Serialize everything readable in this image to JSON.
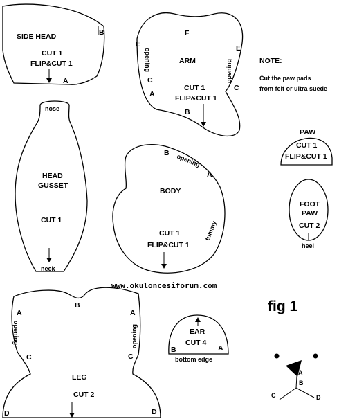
{
  "side_head": {
    "title": "SIDE HEAD",
    "cut": "CUT 1",
    "flip": "FLIP&CUT 1",
    "mark_b": "B",
    "mark_a": "A"
  },
  "arm": {
    "title": "ARM",
    "cut": "CUT 1",
    "flip": "FLIP&CUT 1",
    "mark_f": "F",
    "mark_e1": "E",
    "mark_e2": "E",
    "mark_c1": "C",
    "mark_c2": "C",
    "mark_a": "A",
    "mark_b": "B",
    "opening1": "opening",
    "opening2": "opening"
  },
  "note": {
    "title": "NOTE:",
    "line1": "Cut the paw pads",
    "line2": "from felt or ultra suede"
  },
  "head_gusset": {
    "nose": "nose",
    "title1": "HEAD",
    "title2": "GUSSET",
    "cut": "CUT 1",
    "neck": "neck"
  },
  "body": {
    "mark_b": "B",
    "opening": "opening",
    "mark_a": "A",
    "title": "BODY",
    "tummy": "tummy",
    "cut": "CUT 1",
    "flip": "FLIP&CUT 1"
  },
  "paw": {
    "title": "PAW",
    "cut": "CUT 1",
    "flip": "FLIP&CUT 1"
  },
  "foot_paw": {
    "title1": "FOOT",
    "title2": "PAW",
    "cut": "CUT 2",
    "heel": "heel"
  },
  "website": "www.okuloncesiforum.com",
  "leg": {
    "mark_b": "B",
    "mark_a1": "A",
    "mark_a2": "A",
    "opening1": "opening",
    "opening2": "opening",
    "mark_c1": "C",
    "mark_c2": "C",
    "title": "LEG",
    "cut": "CUT 2",
    "mark_d1": "D",
    "mark_d2": "D"
  },
  "fig_label": "fig 1",
  "ear": {
    "title": "EAR",
    "cut": "CUT 4",
    "mark_b": "B",
    "mark_a": "A",
    "bottom": "bottom edge"
  },
  "face": {
    "mark_a": "A",
    "mark_b": "B",
    "mark_c": "C",
    "mark_d": "D"
  }
}
